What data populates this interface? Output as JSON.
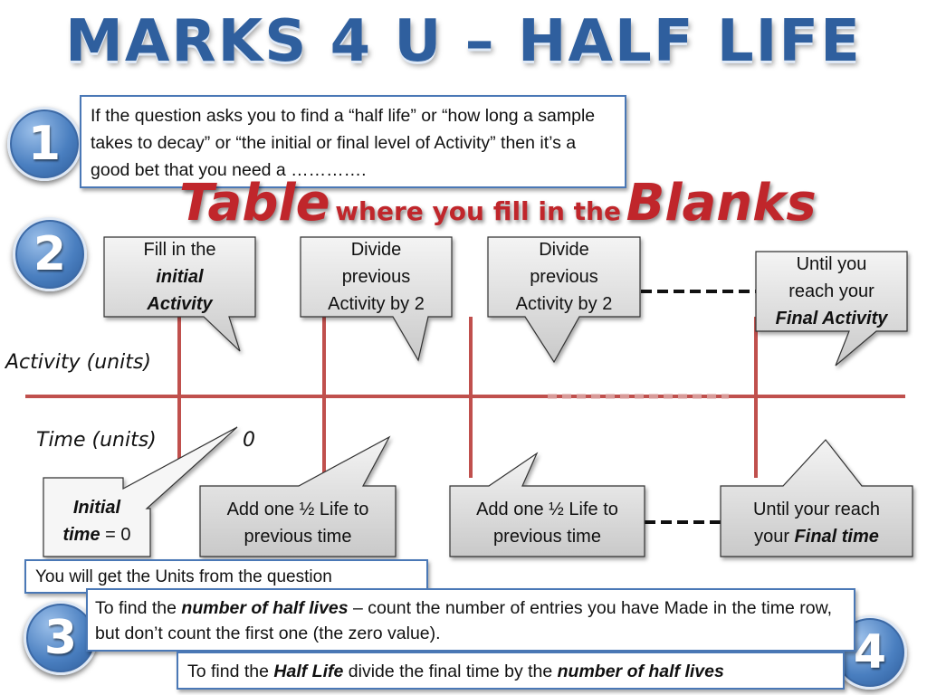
{
  "title": "MARKS 4 U – HALF LIFE",
  "steps": [
    "1",
    "2",
    "3",
    "4"
  ],
  "step1": {
    "text": "If the question asks you to find a “half life” or “how long a sample takes to decay” or “the initial or final level of Activity” then it’s a good bet that you need a …………."
  },
  "heading": {
    "word1": "Table",
    "middle": "where you fill in the",
    "word2": "Blanks"
  },
  "callouts_top": {
    "initial": {
      "line1": "Fill in the",
      "line2": "initial",
      "line3": "Activity"
    },
    "divide1": {
      "line1": "Divide",
      "line2": "previous",
      "line3": "Activity by 2"
    },
    "divide2": {
      "line1": "Divide",
      "line2": "previous",
      "line3": "Activity by 2"
    },
    "final": {
      "line1": "Until you",
      "line2": "reach your",
      "line3": "Final Activity"
    }
  },
  "axes": {
    "activity_label": "Activity (units)",
    "time_label": "Time (units)",
    "zero": "0"
  },
  "callouts_bottom": {
    "initial_time": {
      "bold": "Initial",
      "bold2": "time",
      "rest": " = 0"
    },
    "add1": {
      "line1": "Add one ½ Life to",
      "line2": "previous time"
    },
    "add2": {
      "line1": "Add one ½ Life to",
      "line2": "previous time"
    },
    "final_time": {
      "line1": "Until your reach",
      "pre": "your ",
      "bold": "Final time"
    }
  },
  "units_note": "You will get the Units from the question",
  "step3": {
    "pre": "To find the ",
    "bold": "number of half lives",
    "post": " – count the number of entries you have Made in the time row, but don’t count the first one (the zero value)."
  },
  "step4": {
    "pre": "To find the ",
    "bold1": "Half Life",
    "mid": " divide the final time by the ",
    "bold2": "number of half lives"
  },
  "colors": {
    "title": "#2f5f9e",
    "heading": "#c0262b",
    "axis_lines": "#c0504d",
    "box_border": "#4a78b6"
  }
}
